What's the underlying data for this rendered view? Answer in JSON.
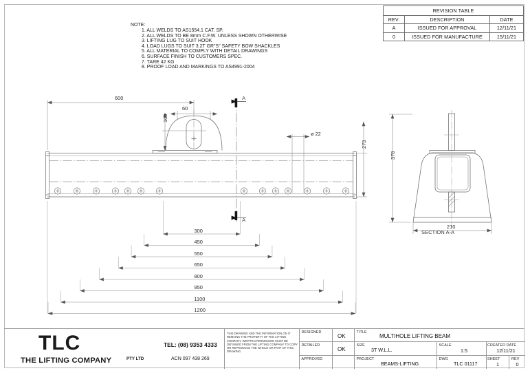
{
  "revision_table": {
    "title": "REVISION TABLE",
    "headers": [
      "REV.",
      "DESCRIPTION",
      "DATE"
    ],
    "rows": [
      {
        "rev": "A",
        "description": "ISSUED FOR APPROVAL",
        "date": "12/11/21"
      },
      {
        "rev": "0",
        "description": "ISSUED FOR MANUFACTURE",
        "date": "15/11/21"
      }
    ]
  },
  "notes": {
    "heading": "NOTE:",
    "items": [
      "1. ALL WELDS TO AS1554.1 CAT. SP.",
      "2. ALL WELDS TO BE 8mm C.F.W. UNLESS SHOWN OTHERWISE",
      "3. LIFTING LUG TO SUIT HOOK",
      "4. LOAD LUGS TO SUIT 3.2T GR\"S\" SAFETY BOW SHACKLES",
      "5. ALL MATERIAL TO COMPLY WITH DETAIL DRAWINGS",
      "6. SURFACE FINISH TO CUSTOMERS SPEC.",
      "7. TARE 42 KG",
      "8. PROOF LOAD AND MARKINGS TO AS4991-2004"
    ]
  },
  "drawing": {
    "front_view": {
      "overall_length": "1200",
      "beam_height": "273",
      "lug_offset": "600",
      "lug_width": "60",
      "lug_height": "100",
      "hole_diameter": "ø 22",
      "section_marker": "A",
      "dimension_stack": [
        "300",
        "450",
        "550",
        "650",
        "800",
        "950",
        "1100",
        "1200"
      ],
      "hole_count": 14
    },
    "section_view": {
      "label": "SECTION A-A",
      "height": "378",
      "width": "210"
    }
  },
  "title_block": {
    "logo": {
      "main": "TLC",
      "sub": "THE LIFTING COMPANY",
      "suffix": "PTY LTD"
    },
    "tel": "TEL: (08) 9353 4333",
    "acn": "ACN 097 438 269",
    "disclaimer": "THIS DRAWING AND THE INFORMATION ON IT REMAINS THE PROPERTY OF THE LIFTING COMPANY. WRITTEN PERMISSION MUST BE OBTAINED FROM THE LIFTING COMPANY TO COPY OR REPRODUCE THE WHOLE OR PART OF THIS DRAWING.",
    "fields": {
      "designed_label": "DESIGNED",
      "designed_value": "OK",
      "detailed_label": "DETAILED",
      "detailed_value": "OK",
      "approved_label": "APPROVED",
      "approved_value": "",
      "title_label": "TITLE",
      "title_value": "MULTIHOLE LIFTING BEAM",
      "size_label": "SIZE",
      "size_value": "3T W.L.L.",
      "project_label": "PROJECT",
      "project_value": "BEAMS-LIFTING",
      "scale_label": "SCALE",
      "scale_value": "1:5",
      "dwg_label": "DWG",
      "dwg_value": "TLC 01117",
      "created_label": "CREATED DATE",
      "created_value": "12/11/21",
      "sheet_label": "SHEET",
      "sheet_value": "1",
      "rev_label": "REV",
      "rev_value": "0"
    }
  }
}
